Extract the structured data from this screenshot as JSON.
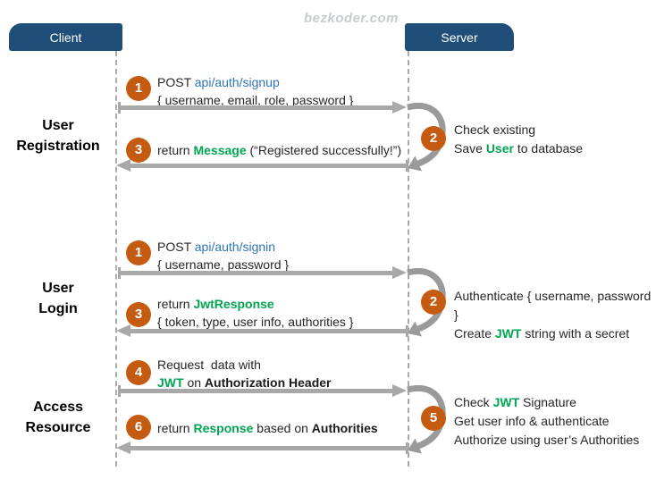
{
  "watermark": "bezkoder.com",
  "actors": {
    "client": "Client",
    "server": "Server"
  },
  "colors": {
    "actor_navy": "#1F4E79",
    "badge_orange": "#C55A11",
    "highlight_green": "#00A651",
    "endpoint_blue": "#2E75B6",
    "arrow_gray": "#A8A8A8"
  },
  "sections": {
    "registration": {
      "label_line1": "User",
      "label_line2": "Registration",
      "step1_num": "1",
      "step1_method": "POST ",
      "step1_endpoint": "api/auth/signup",
      "step1_params": "{ username, email, role, password }",
      "step2_num": "2",
      "step2_line1": "Check existing",
      "step2_line2_prefix": "Save ",
      "step2_line2_highlight": "User",
      "step2_line2_suffix": " to database",
      "step3_num": "3",
      "step3_prefix": "return ",
      "step3_highlight": "Message",
      "step3_suffix": " (“Registered successfully!”)"
    },
    "login": {
      "label_line1": "User",
      "label_line2": "Login",
      "step1_num": "1",
      "step1_method": "POST ",
      "step1_endpoint": "api/auth/signin",
      "step1_params": "{ username, password }",
      "step2_num": "2",
      "step2_line1": "Authenticate { username, password }",
      "step2_line2_prefix": "Create ",
      "step2_line2_highlight": "JWT",
      "step2_line2_suffix": " string with a secret",
      "step3_num": "3",
      "step3_prefix": "return ",
      "step3_highlight": "JwtResponse",
      "step3_params": "{ token, type, user info, authorities }"
    },
    "access": {
      "label_line1": "Access",
      "label_line2": "Resource",
      "step4_num": "4",
      "step4_line1": "Request  data with",
      "step4_line2_highlight": "JWT",
      "step4_line2_mid": " on ",
      "step4_line2_bold": "Authorization Header",
      "step5_num": "5",
      "step5_line1_prefix": "Check ",
      "step5_line1_highlight": "JWT",
      "step5_line1_suffix": " Signature",
      "step5_line2": "Get user info & authenticate",
      "step5_line3": "Authorize using user’s Authorities",
      "step6_num": "6",
      "step6_prefix": "return ",
      "step6_highlight": "Response",
      "step6_mid": " based on ",
      "step6_bold": "Authorities"
    }
  }
}
